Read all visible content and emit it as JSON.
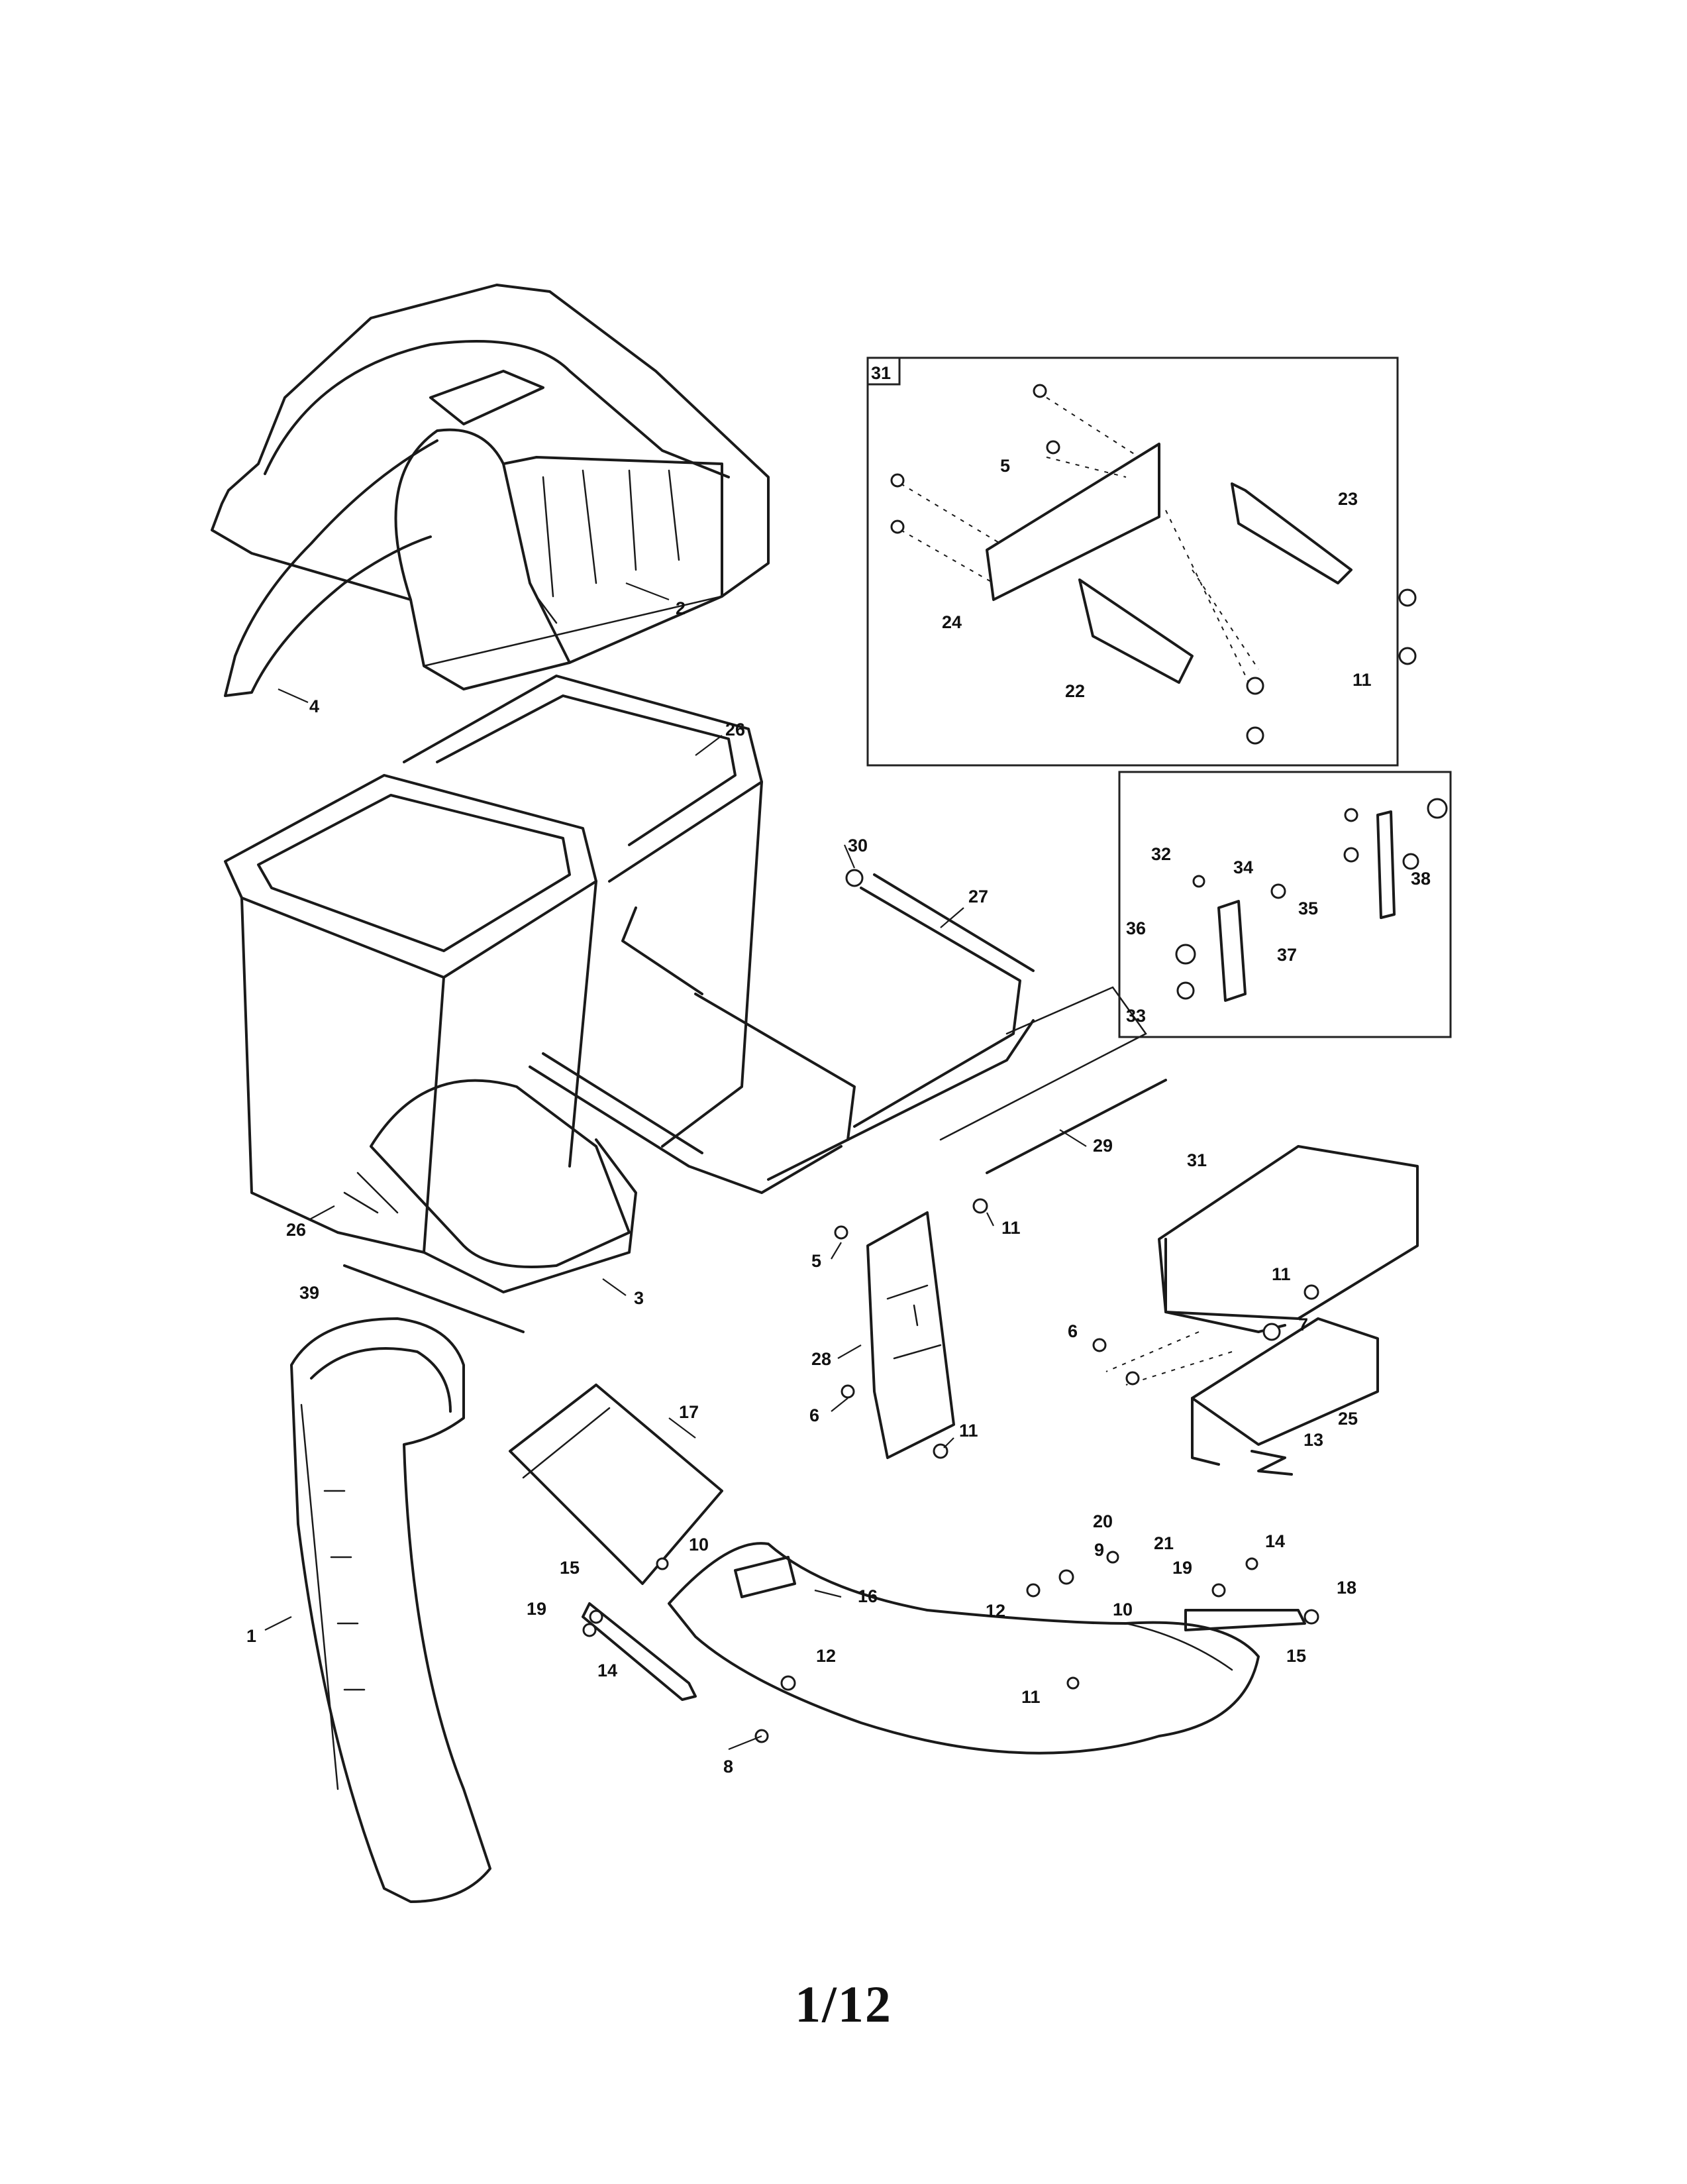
{
  "page_number": "1/12",
  "inset_box_label": "31",
  "callouts": {
    "c1": "1",
    "c2": "2",
    "c3": "3",
    "c4": "4",
    "c5a": "5",
    "c5b": "5",
    "c6a": "6",
    "c6b": "6",
    "c7": "7",
    "c8": "8",
    "c9": "9",
    "c10a": "10",
    "c10b": "10",
    "c11a": "11",
    "c11b": "11",
    "c11c": "11",
    "c11d": "11",
    "c11e": "11",
    "c12a": "12",
    "c12b": "12",
    "c13": "13",
    "c14a": "14",
    "c14b": "14",
    "c15a": "15",
    "c15b": "15",
    "c16": "16",
    "c17": "17",
    "c18": "18",
    "c19a": "19",
    "c19b": "19",
    "c20": "20",
    "c21": "21",
    "c22": "22",
    "c23": "23",
    "c24": "24",
    "c25": "25",
    "c26a": "26",
    "c26b": "26",
    "c27": "27",
    "c28": "28",
    "c29": "29",
    "c30": "30",
    "c31": "31",
    "c32": "32",
    "c33": "33",
    "c34": "34",
    "c35": "35",
    "c36": "36",
    "c37": "37",
    "c38": "38",
    "c39": "39"
  }
}
